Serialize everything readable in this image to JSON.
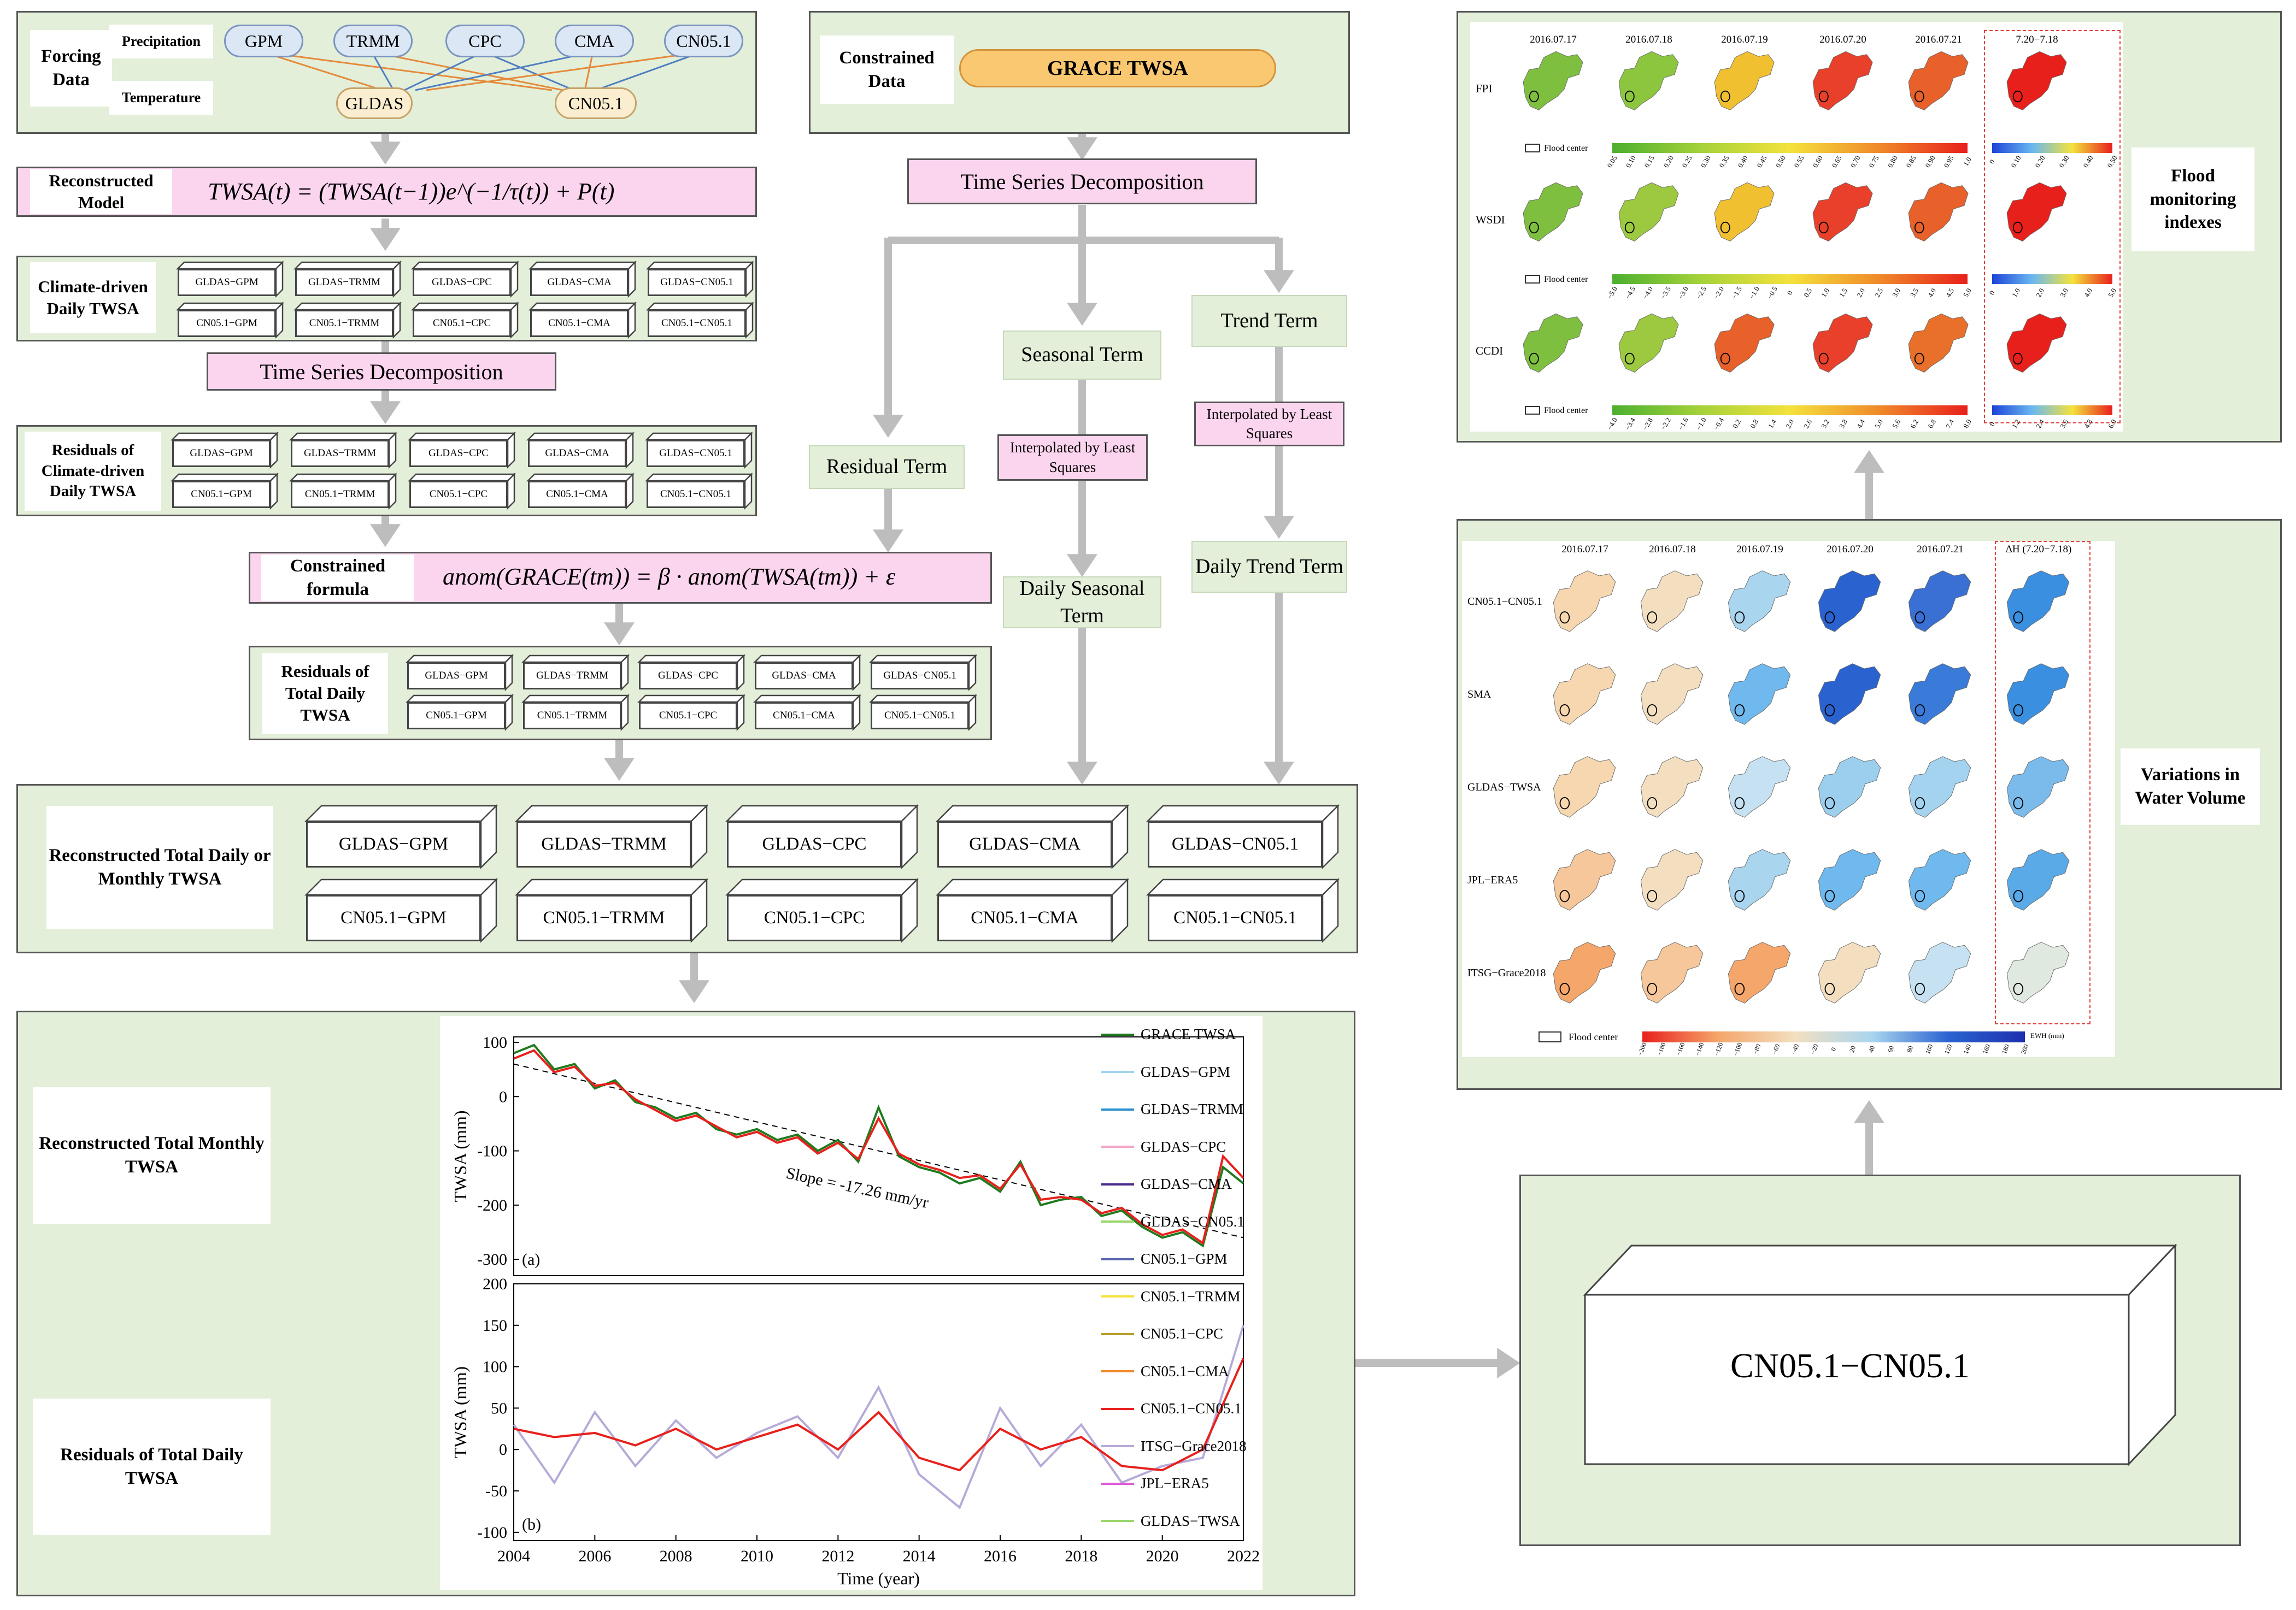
{
  "forcing": {
    "title": "Forcing Data",
    "precip_label": "Precipitation",
    "temp_label": "Temperature",
    "precip_products": [
      "GPM",
      "TRMM",
      "CPC",
      "CMA",
      "CN05.1"
    ],
    "temp_products": [
      "GLDAS",
      "CN05.1"
    ]
  },
  "constrained": {
    "title": "Constrained Data",
    "product": "GRACE TWSA"
  },
  "model": {
    "title": "Reconstructed Model",
    "formula": "TWSA(t) = (TWSA(t−1))e^(−1/τ(t)) + P(t)"
  },
  "climate_daily": {
    "title": "Climate-driven Daily TWSA"
  },
  "tsd": {
    "left": "Time Series Decomposition",
    "right": "Time Series Decomposition"
  },
  "residuals_climate": {
    "title": "Residuals of Climate-driven Daily TWSA"
  },
  "constraint": {
    "title": "Constrained formula",
    "formula": "anom(GRACE(tm)) = β · anom(TWSA(tm)) + ε"
  },
  "residuals_total": {
    "title": "Residuals of Total Daily TWSA"
  },
  "combos_row1": [
    "GLDAS−GPM",
    "GLDAS−TRMM",
    "GLDAS−CPC",
    "GLDAS−CMA",
    "GLDAS−CN05.1"
  ],
  "combos_row2": [
    "CN05.1−GPM",
    "CN05.1−TRMM",
    "CN05.1−CPC",
    "CN05.1−CMA",
    "CN05.1−CN05.1"
  ],
  "terms": {
    "residual": "Residual Term",
    "seasonal": "Seasonal Term",
    "trend": "Trend Term",
    "interp": "Interpolated by Least Squares",
    "daily_seasonal": "Daily Seasonal Term",
    "daily_trend": "Daily Trend Term"
  },
  "recon_total": {
    "title": "Reconstructed Total Daily or Monthly TWSA"
  },
  "bottom": {
    "monthly": "Reconstructed Total Monthly TWSA",
    "residuals": "Residuals of Total Daily TWSA"
  },
  "best": {
    "label": "CN05.1−CN05.1"
  },
  "flood": {
    "title": "Flood monitoring indexes",
    "dates": [
      "2016.07.17",
      "2016.07.18",
      "2016.07.19",
      "2016.07.20",
      "2016.07.21",
      "7.20−7.18"
    ],
    "rows": [
      "FPI",
      "WSDI",
      "CCDI"
    ],
    "legend": "Flood center",
    "fpi_ticks": [
      "0.05",
      "0.10",
      "0.15",
      "0.20",
      "0.25",
      "0.30",
      "0.35",
      "0.40",
      "0.45",
      "0.50",
      "0.55",
      "0.60",
      "0.65",
      "0.70",
      "0.75",
      "0.80",
      "0.85",
      "0.90",
      "0.95",
      "1.0"
    ],
    "fpi_diff_ticks": [
      "0",
      "0.10",
      "0.20",
      "0.30",
      "0.40",
      "0.50"
    ],
    "wsdi_ticks": [
      "−5.0",
      "−4.5",
      "−4.0",
      "−3.5",
      "−3.0",
      "−2.5",
      "−2.0",
      "−1.5",
      "−1.0",
      "−0.5",
      "0",
      "0.5",
      "1.0",
      "1.5",
      "2.0",
      "2.5",
      "3.0",
      "3.5",
      "4.0",
      "4.5",
      "5.0"
    ],
    "wsdi_diff_ticks": [
      "0",
      "1.0",
      "2.0",
      "3.0",
      "4.0",
      "5.0"
    ],
    "ccdi_ticks": [
      "−4.0",
      "−3.4",
      "−2.8",
      "−2.2",
      "−1.6",
      "−1.0",
      "−0.4",
      "0.2",
      "0.8",
      "1.4",
      "2.0",
      "2.6",
      "3.2",
      "3.8",
      "4.4",
      "5.0",
      "5.6",
      "6.2",
      "6.8",
      "7.4",
      "8.0"
    ],
    "ccdi_diff_ticks": [
      "0",
      "1.2",
      "2.4",
      "3.6",
      "4.8",
      "6.0"
    ]
  },
  "water": {
    "title": "Variations in Water Volume",
    "dates": [
      "2016.07.17",
      "2016.07.18",
      "2016.07.19",
      "2016.07.20",
      "2016.07.21",
      "ΔH (7.20−7.18)"
    ],
    "rows": [
      "CN05.1−CN05.1",
      "SMA",
      "GLDAS−TWSA",
      "JPL−ERA5",
      "ITSG−Grace2018"
    ],
    "legend": "Flood center",
    "unit": "EWH (mm)",
    "ticks": [
      "−200",
      "−180",
      "−160",
      "−140",
      "−120",
      "−100",
      "−80",
      "−60",
      "−40",
      "−20",
      "0",
      "20",
      "40",
      "60",
      "80",
      "100",
      "120",
      "140",
      "160",
      "180",
      "200"
    ]
  },
  "chart_data": {
    "type": "line",
    "xlabel": "Time (year)",
    "x_ticks": [
      2004,
      2006,
      2008,
      2010,
      2012,
      2014,
      2016,
      2018,
      2020,
      2022
    ],
    "panels": [
      {
        "label": "(a)",
        "ylabel": "TWSA (mm)",
        "ylim": [
          -330,
          110
        ],
        "y_ticks": [
          100,
          0,
          -100,
          -200,
          -300
        ],
        "annotation": "Slope = -17.26 mm/yr",
        "trend": {
          "x": [
            2004,
            2022
          ],
          "y": [
            60,
            -260
          ]
        },
        "series": [
          {
            "name": "GRACE TWSA",
            "color": "#1f7a1f",
            "x": [
              2004,
              2004.5,
              2005,
              2005.5,
              2006,
              2006.5,
              2007,
              2007.5,
              2008,
              2008.5,
              2009,
              2009.5,
              2010,
              2010.5,
              2011,
              2011.5,
              2012,
              2012.5,
              2013,
              2013.5,
              2014,
              2014.5,
              2015,
              2015.5,
              2016,
              2016.5,
              2017,
              2017.5,
              2018,
              2018.5,
              2019,
              2019.5,
              2020,
              2020.5,
              2021,
              2021.5,
              2022
            ],
            "y": [
              80,
              95,
              50,
              60,
              15,
              30,
              -10,
              -20,
              -40,
              -30,
              -60,
              -70,
              -60,
              -80,
              -70,
              -100,
              -80,
              -120,
              -20,
              -110,
              -130,
              -140,
              -160,
              -150,
              -175,
              -120,
              -200,
              -190,
              -185,
              -220,
              -210,
              -240,
              -260,
              -250,
              -275,
              -130,
              -160
            ]
          },
          {
            "name": "CN05.1−CN05.1",
            "color": "#e8201c",
            "x": [
              2004,
              2004.5,
              2005,
              2005.5,
              2006,
              2006.5,
              2007,
              2007.5,
              2008,
              2008.5,
              2009,
              2009.5,
              2010,
              2010.5,
              2011,
              2011.5,
              2012,
              2012.5,
              2013,
              2013.5,
              2014,
              2014.5,
              2015,
              2015.5,
              2016,
              2016.5,
              2017,
              2017.5,
              2018,
              2018.5,
              2019,
              2019.5,
              2020,
              2020.5,
              2021,
              2021.5,
              2022
            ],
            "y": [
              70,
              85,
              45,
              55,
              20,
              25,
              -5,
              -25,
              -45,
              -35,
              -55,
              -75,
              -65,
              -85,
              -75,
              -105,
              -85,
              -115,
              -40,
              -105,
              -125,
              -135,
              -150,
              -145,
              -170,
              -125,
              -190,
              -185,
              -190,
              -215,
              -205,
              -235,
              -255,
              -245,
              -270,
              -110,
              -150
            ]
          }
        ]
      },
      {
        "label": "(b)",
        "ylabel": "TWSA (mm)",
        "ylim": [
          -110,
          200
        ],
        "y_ticks": [
          200,
          150,
          100,
          50,
          0,
          -50,
          -100
        ],
        "series": [
          {
            "name": "ITSG−Grace2018",
            "color": "#b7a9d8",
            "x": [
              2004,
              2005,
              2006,
              2007,
              2008,
              2009,
              2010,
              2011,
              2012,
              2013,
              2014,
              2015,
              2016,
              2017,
              2018,
              2019,
              2020,
              2021,
              2022
            ],
            "y": [
              30,
              -40,
              45,
              -20,
              35,
              -10,
              20,
              40,
              -10,
              75,
              -30,
              -70,
              50,
              -20,
              30,
              -40,
              -20,
              -10,
              150
            ]
          },
          {
            "name": "CN05.1−CN05.1",
            "color": "#e8201c",
            "x": [
              2004,
              2005,
              2006,
              2007,
              2008,
              2009,
              2010,
              2011,
              2012,
              2013,
              2014,
              2015,
              2016,
              2017,
              2018,
              2019,
              2020,
              2021,
              2022
            ],
            "y": [
              25,
              15,
              20,
              5,
              25,
              0,
              15,
              30,
              0,
              45,
              -10,
              -25,
              25,
              0,
              15,
              -20,
              -25,
              0,
              110
            ]
          }
        ]
      }
    ]
  },
  "chart_legend": [
    "GRACE TWSA",
    "GLDAS−GPM",
    "GLDAS−TRMM",
    "GLDAS−CPC",
    "GLDAS−CMA",
    "GLDAS−CN05.1",
    "CN05.1−GPM",
    "CN05.1−TRMM",
    "CN05.1−CPC",
    "CN05.1−CMA",
    "CN05.1−CN05.1",
    "ITSG−Grace2018",
    "JPL−ERA5",
    "GLDAS−TWSA"
  ],
  "chart_legend_colors": [
    "#1f7a1f",
    "#9fd3ef",
    "#2b8fd0",
    "#f2a6c8",
    "#4b2a8a",
    "#9ad66b",
    "#5a67b0",
    "#f4e23c",
    "#b59e2a",
    "#f08a2a",
    "#e8201c",
    "#b7a9d8",
    "#e05ad8",
    "#9ad66b"
  ],
  "colors": {
    "panel": "#e3efd9",
    "pink": "#fbd5ee",
    "blue_ellipse": "#dce7f6",
    "gold_ellipse": "#fbeed0",
    "arrow": "#bdbdbd"
  }
}
